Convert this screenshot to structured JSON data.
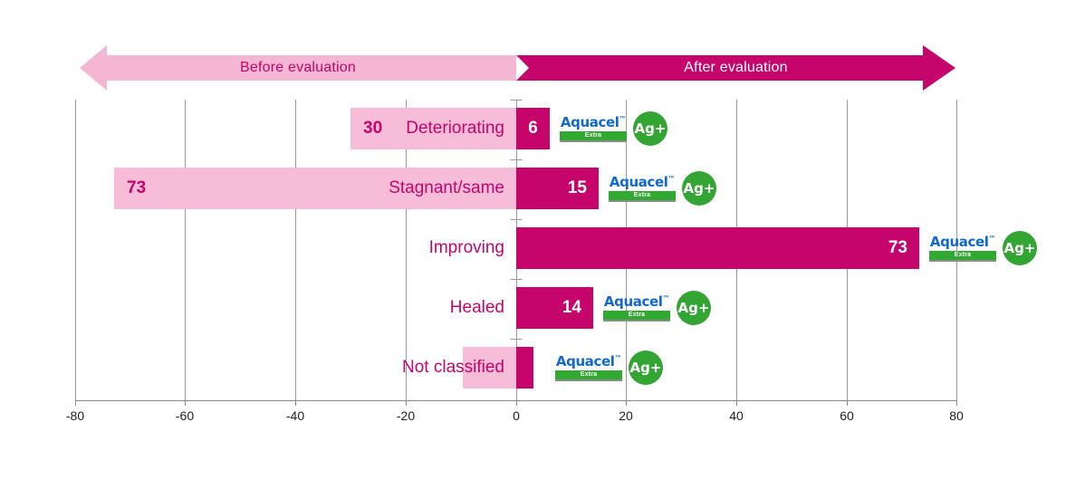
{
  "banner": {
    "before": {
      "label": "Before evaluation",
      "color": "#F4B6D2",
      "text_color": "#C5046C"
    },
    "after": {
      "label": "After evaluation",
      "color": "#C5046C",
      "text_color": "#FFFFFF"
    }
  },
  "logo": {
    "word": "Aquacel",
    "tm": "™",
    "extra": "Extra",
    "badge": "Ag+",
    "word_color": "#1168CE",
    "extra_bar_color": "#2FA92F",
    "badge_color": "#33A533"
  },
  "ticks": {
    "t0": "-80",
    "t1": "-60",
    "t2": "-40",
    "t3": "-20",
    "t4": "0",
    "t5": "20",
    "t6": "40",
    "t7": "60",
    "t8": "80"
  },
  "rows": {
    "r0": {
      "category": "Deteriorating",
      "before": "30",
      "after": "6",
      "before_label_shown": true
    },
    "r1": {
      "category": "Stagnant/same",
      "before": "73",
      "after": "15",
      "before_label_shown": true
    },
    "r2": {
      "category": "Improving",
      "before": "",
      "after": "73",
      "before_label_shown": false
    },
    "r3": {
      "category": "Healed",
      "before": "",
      "after": "14",
      "before_label_shown": false
    },
    "r4": {
      "category": "Not classified",
      "before": "",
      "after": "",
      "before_label_shown": false
    }
  },
  "chart_data": {
    "type": "bar",
    "title": "",
    "subtitle": "",
    "xlabel": "",
    "ylabel": "",
    "orientation": "horizontal",
    "grid": true,
    "legend_position": "none",
    "xlim": [
      -80,
      80
    ],
    "xticks": [
      -80,
      -60,
      -40,
      -20,
      0,
      20,
      40,
      60,
      80
    ],
    "categories": [
      "Deteriorating",
      "Stagnant/same",
      "Improving",
      "Healed",
      "Not classified"
    ],
    "series": [
      {
        "name": "Before evaluation",
        "color": "#F7BCD8",
        "values": [
          -30,
          -73,
          0,
          0,
          -10
        ],
        "labels": [
          "30",
          "73",
          "",
          "",
          ""
        ]
      },
      {
        "name": "After evaluation",
        "color": "#C5046C",
        "values": [
          6,
          15,
          73,
          14,
          3
        ],
        "labels": [
          "6",
          "15",
          "73",
          "14",
          ""
        ]
      }
    ],
    "annotations": [
      "Before evaluation",
      "After evaluation",
      "Aquacel Extra Ag+"
    ]
  }
}
